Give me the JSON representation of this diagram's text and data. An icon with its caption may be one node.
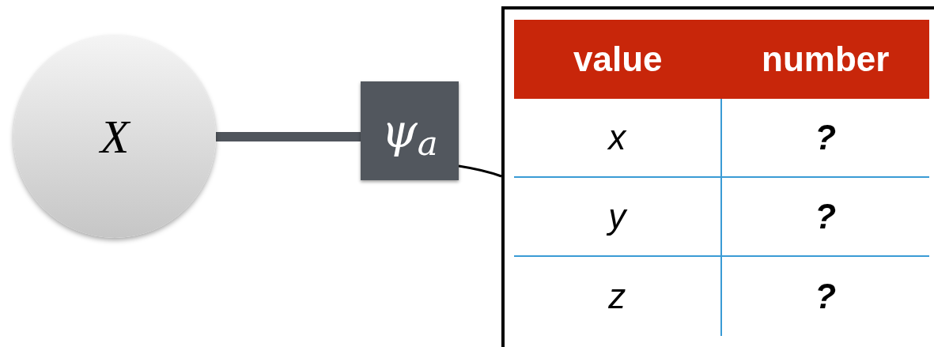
{
  "diagram": {
    "nodes": [
      {
        "text": [
          "X"
        ]
      },
      {
        "text": [
          "ψ$_{a}$"
        ]
      },
      {
        "text": [],
        "shape": "box"
      }
    ],
    "edges": [
      {
        "from": 0,
        "to": 1,
        "arrow": "none",
        "style": "thick",
        "color": "#50555c"
      },
      {
        "from": 1,
        "to": 2,
        "arrow": "none",
        "color": "#000000"
      }
    ],
    "labels": [
      "value",
      "number",
      "x",
      "?",
      "y",
      "?",
      "z",
      "?"
    ]
  }
}
